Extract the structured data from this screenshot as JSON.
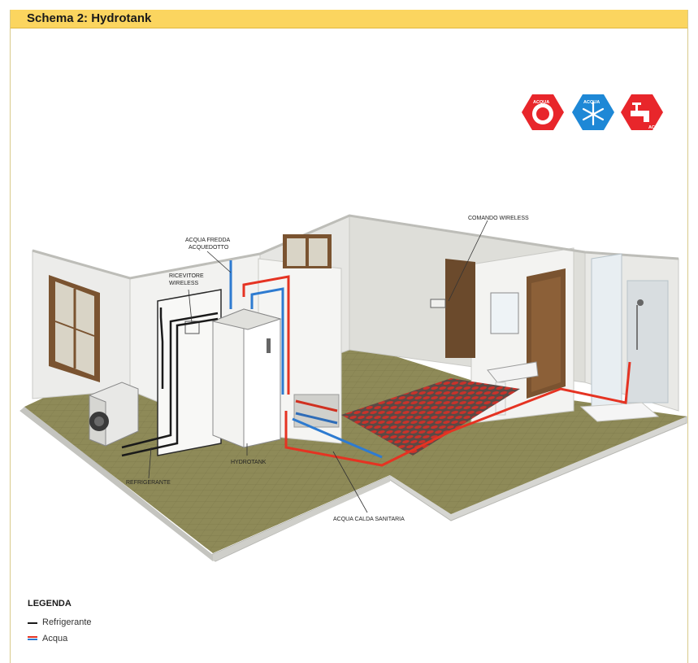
{
  "header": {
    "title": "Schema 2: Hydrotank"
  },
  "badges": [
    {
      "label": "ACQUA",
      "icon": "sun-icon",
      "color": "#e8262b"
    },
    {
      "label": "ACQUA",
      "icon": "snowflake-icon",
      "color": "#1e88d6"
    },
    {
      "label": "ACS",
      "icon": "faucet-icon",
      "color": "#e8262b"
    }
  ],
  "diagram": {
    "labels": {
      "acqua_fredda_1": "ACQUA FREDDA",
      "acqua_fredda_2": "ACQUEDOTTO",
      "ricevitore_1": "RICEVITORE",
      "ricevitore_2": "WIRELESS",
      "comando": "COMANDO WIRELESS",
      "hydrotank": "HYDROTANK",
      "refrigerante": "REFRIGERANTE",
      "acqua_calda": "ACQUA CALDA SANITARIA"
    }
  },
  "legend": {
    "title": "LEGENDA",
    "items": [
      {
        "label": "Refrigerante",
        "color": "#1a1a1a"
      },
      {
        "label": "Acqua",
        "colors": [
          "#e53322",
          "#2e7bd0"
        ]
      }
    ]
  }
}
